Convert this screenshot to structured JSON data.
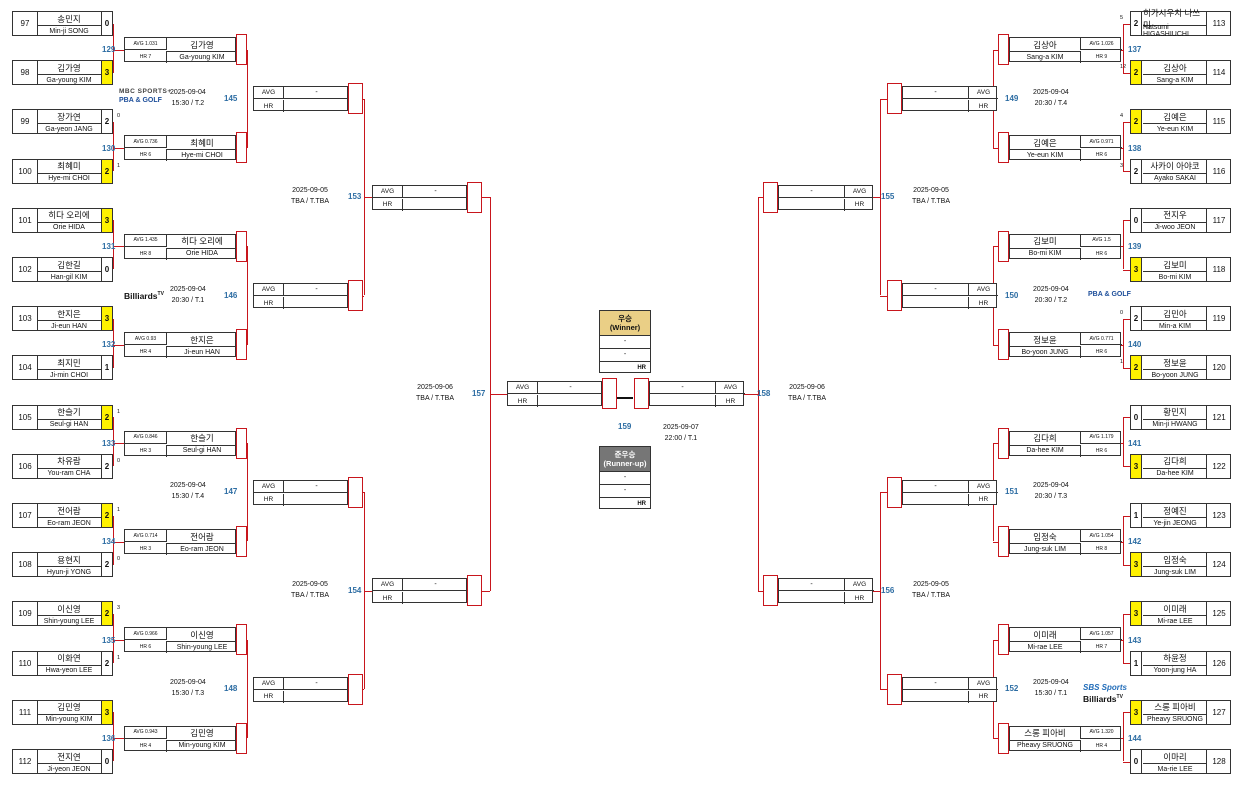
{
  "r64": {
    "left": [
      {
        "num": "97",
        "ko": "송민지",
        "en": "Min-ji SONG",
        "score": "0",
        "win": false,
        "sets": ""
      },
      {
        "num": "98",
        "ko": "김가영",
        "en": "Ga-young KIM",
        "score": "3",
        "win": true,
        "sets": ""
      },
      {
        "num": "99",
        "ko": "장가연",
        "en": "Ga-yeon JANG",
        "score": "2",
        "win": false,
        "sets": "0"
      },
      {
        "num": "100",
        "ko": "최혜미",
        "en": "Hye-mi CHOI",
        "score": "2",
        "win": true,
        "sets": "1"
      },
      {
        "num": "101",
        "ko": "히다 오리에",
        "en": "Orie HIDA",
        "score": "3",
        "win": true,
        "sets": ""
      },
      {
        "num": "102",
        "ko": "김한길",
        "en": "Han-gil KIM",
        "score": "0",
        "win": false,
        "sets": ""
      },
      {
        "num": "103",
        "ko": "한지은",
        "en": "Ji-eun HAN",
        "score": "3",
        "win": true,
        "sets": ""
      },
      {
        "num": "104",
        "ko": "최지민",
        "en": "Ji-min CHOI",
        "score": "1",
        "win": false,
        "sets": ""
      },
      {
        "num": "105",
        "ko": "한슬기",
        "en": "Seul-gi HAN",
        "score": "2",
        "win": true,
        "sets": "1"
      },
      {
        "num": "106",
        "ko": "차유람",
        "en": "You-ram CHA",
        "score": "2",
        "win": false,
        "sets": "0"
      },
      {
        "num": "107",
        "ko": "전어람",
        "en": "Eo-ram JEON",
        "score": "2",
        "win": true,
        "sets": "1"
      },
      {
        "num": "108",
        "ko": "용현지",
        "en": "Hyun-ji YONG",
        "score": "2",
        "win": false,
        "sets": "0"
      },
      {
        "num": "109",
        "ko": "이신영",
        "en": "Shin-young LEE",
        "score": "2",
        "win": true,
        "sets": "3"
      },
      {
        "num": "110",
        "ko": "이화연",
        "en": "Hwa-yeon LEE",
        "score": "2",
        "win": false,
        "sets": "1"
      },
      {
        "num": "111",
        "ko": "김민영",
        "en": "Min-young KIM",
        "score": "3",
        "win": true,
        "sets": ""
      },
      {
        "num": "112",
        "ko": "전지연",
        "en": "Ji-yeon JEON",
        "score": "0",
        "win": false,
        "sets": ""
      }
    ],
    "right": [
      {
        "num": "113",
        "ko": "히가시우치 나쓰미",
        "en": "Natsumi HIGASHIUCHI",
        "score": "2",
        "win": false,
        "sets": "5"
      },
      {
        "num": "114",
        "ko": "김상아",
        "en": "Sang-a KIM",
        "score": "2",
        "win": true,
        "sets": "12"
      },
      {
        "num": "115",
        "ko": "김예은",
        "en": "Ye-eun KIM",
        "score": "2",
        "win": true,
        "sets": "4"
      },
      {
        "num": "116",
        "ko": "사카이 아야코",
        "en": "Ayako SAKAI",
        "score": "2",
        "win": false,
        "sets": "3"
      },
      {
        "num": "117",
        "ko": "전지우",
        "en": "Ji-woo JEON",
        "score": "0",
        "win": false,
        "sets": ""
      },
      {
        "num": "118",
        "ko": "김보미",
        "en": "Bo-mi KIM",
        "score": "3",
        "win": true,
        "sets": ""
      },
      {
        "num": "119",
        "ko": "김민아",
        "en": "Min-a KIM",
        "score": "2",
        "win": false,
        "sets": "0"
      },
      {
        "num": "120",
        "ko": "정보윤",
        "en": "Bo-yoon JUNG",
        "score": "2",
        "win": true,
        "sets": "1"
      },
      {
        "num": "121",
        "ko": "황민지",
        "en": "Min-ji HWANG",
        "score": "0",
        "win": false,
        "sets": ""
      },
      {
        "num": "122",
        "ko": "김다희",
        "en": "Da-hee KIM",
        "score": "3",
        "win": true,
        "sets": ""
      },
      {
        "num": "123",
        "ko": "정예진",
        "en": "Ye-jin JEONG",
        "score": "1",
        "win": false,
        "sets": ""
      },
      {
        "num": "124",
        "ko": "임정숙",
        "en": "Jung-suk LIM",
        "score": "3",
        "win": true,
        "sets": ""
      },
      {
        "num": "125",
        "ko": "이미래",
        "en": "Mi-rae LEE",
        "score": "3",
        "win": true,
        "sets": ""
      },
      {
        "num": "126",
        "ko": "하윤정",
        "en": "Yoon-jung HA",
        "score": "1",
        "win": false,
        "sets": ""
      },
      {
        "num": "127",
        "ko": "스롱 피아비",
        "en": "Pheavy SRUONG",
        "score": "3",
        "win": true,
        "sets": ""
      },
      {
        "num": "128",
        "ko": "이마리",
        "en": "Ma-rie LEE",
        "score": "0",
        "win": false,
        "sets": ""
      }
    ]
  },
  "r32": {
    "left": [
      {
        "match": "129",
        "avg": "AVG 1.031",
        "hr": "HR 7",
        "ko": "김가영",
        "en": "Ga-young KIM"
      },
      {
        "match": "130",
        "avg": "AVG 0.736",
        "hr": "HR 6",
        "ko": "최혜미",
        "en": "Hye-mi CHOI"
      },
      {
        "match": "131",
        "avg": "AVG 1.435",
        "hr": "HR 8",
        "ko": "히다 오리에",
        "en": "Orie HIDA"
      },
      {
        "match": "132",
        "avg": "AVG 0.93",
        "hr": "HR 4",
        "ko": "한지은",
        "en": "Ji-eun HAN"
      },
      {
        "match": "133",
        "avg": "AVG 0.846",
        "hr": "HR 3",
        "ko": "한슬기",
        "en": "Seul-gi HAN"
      },
      {
        "match": "134",
        "avg": "AVG 0.714",
        "hr": "HR 3",
        "ko": "전어람",
        "en": "Eo-ram JEON"
      },
      {
        "match": "135",
        "avg": "AVG 0.966",
        "hr": "HR 6",
        "ko": "이신영",
        "en": "Shin-young LEE"
      },
      {
        "match": "136",
        "avg": "AVG 0.943",
        "hr": "HR 4",
        "ko": "김민영",
        "en": "Min-young KIM"
      }
    ],
    "right": [
      {
        "match": "137",
        "avg": "AVG 1.026",
        "hr": "HR 9",
        "ko": "김상아",
        "en": "Sang-a KIM"
      },
      {
        "match": "138",
        "avg": "AVG 0.971",
        "hr": "HR 6",
        "ko": "김예은",
        "en": "Ye-eun KIM"
      },
      {
        "match": "139",
        "avg": "AVG 1.5",
        "hr": "HR 6",
        "ko": "김보미",
        "en": "Bo-mi KIM"
      },
      {
        "match": "140",
        "avg": "AVG 0.771",
        "hr": "HR 6",
        "ko": "정보윤",
        "en": "Bo-yoon JUNG"
      },
      {
        "match": "141",
        "avg": "AVG 1.179",
        "hr": "HR 6",
        "ko": "김다희",
        "en": "Da-hee KIM"
      },
      {
        "match": "142",
        "avg": "AVG 1.054",
        "hr": "HR 8",
        "ko": "임정숙",
        "en": "Jung-suk LIM"
      },
      {
        "match": "143",
        "avg": "AVG 1.057",
        "hr": "HR 7",
        "ko": "이미래",
        "en": "Mi-rae LEE"
      },
      {
        "match": "144",
        "avg": "AVG 1.320",
        "hr": "HR 4",
        "ko": "스롱 피아비",
        "en": "Pheavy SRUONG"
      }
    ]
  },
  "r16": {
    "left": [
      {
        "match": "145",
        "date": "2025-09-04",
        "time": "15:30 / T.2",
        "avg": "AVG",
        "hr": "HR",
        "val": "-"
      },
      {
        "match": "146",
        "date": "2025-09-04",
        "time": "20:30 / T.1",
        "avg": "AVG",
        "hr": "HR",
        "val": "-"
      },
      {
        "match": "147",
        "date": "2025-09-04",
        "time": "15:30 / T.4",
        "avg": "AVG",
        "hr": "HR",
        "val": "-"
      },
      {
        "match": "148",
        "date": "2025-09-04",
        "time": "15:30 / T.3",
        "avg": "AVG",
        "hr": "HR",
        "val": "-"
      }
    ],
    "right": [
      {
        "match": "149",
        "date": "2025-09-04",
        "time": "20:30 / T.4",
        "avg": "AVG",
        "hr": "HR",
        "val": "-"
      },
      {
        "match": "150",
        "date": "2025-09-04",
        "time": "20:30 / T.2",
        "avg": "AVG",
        "hr": "HR",
        "val": "-"
      },
      {
        "match": "151",
        "date": "2025-09-04",
        "time": "20:30 / T.3",
        "avg": "AVG",
        "hr": "HR",
        "val": "-"
      },
      {
        "match": "152",
        "date": "2025-09-04",
        "time": "15:30 / T.1",
        "avg": "AVG",
        "hr": "HR",
        "val": "-"
      }
    ]
  },
  "qf": {
    "left": [
      {
        "match": "153",
        "date": "2025-09-05",
        "time": "TBA / T.TBA",
        "avg": "AVG",
        "hr": "HR",
        "val": "-"
      },
      {
        "match": "154",
        "date": "2025-09-05",
        "time": "TBA / T.TBA",
        "avg": "AVG",
        "hr": "HR",
        "val": "-"
      }
    ],
    "right": [
      {
        "match": "155",
        "date": "2025-09-05",
        "time": "TBA / T.TBA",
        "avg": "AVG",
        "hr": "HR",
        "val": "-"
      },
      {
        "match": "156",
        "date": "2025-09-05",
        "time": "TBA / T.TBA",
        "avg": "AVG",
        "hr": "HR",
        "val": "-"
      }
    ]
  },
  "sf": {
    "left": {
      "match": "157",
      "date": "2025-09-06",
      "time": "TBA / T.TBA",
      "avg": "AVG",
      "hr": "HR",
      "val": "-"
    },
    "right": {
      "match": "158",
      "date": "2025-09-06",
      "time": "TBA / T.TBA",
      "avg": "AVG",
      "hr": "HR",
      "val": "-"
    }
  },
  "final": {
    "match": "159",
    "date": "2025-09-07",
    "time": "22:00 / T.1",
    "winner": {
      "title": "우승",
      "sub": "(Winner)",
      "row1": "-",
      "row2": "-",
      "hr": "HR"
    },
    "runner": {
      "title": "준우승",
      "sub": "(Runner-up)",
      "row1": "-",
      "row2": "-",
      "hr": "HR"
    }
  },
  "logos": {
    "mbc": "MBC SPORTS+",
    "pba": "PBA & GOLF",
    "billiards": "Billiards",
    "tv": "TV",
    "pba_right": "PBA & GOLF",
    "sbs": "SBS Sports",
    "billiards_right": "Billiards",
    "tv_right": "TV"
  },
  "colors": {
    "line": "#c8161d",
    "win": "#fff200",
    "match_num": "#2d6da3",
    "winner_hdr": "#eacf86",
    "runner_hdr": "#767676"
  }
}
